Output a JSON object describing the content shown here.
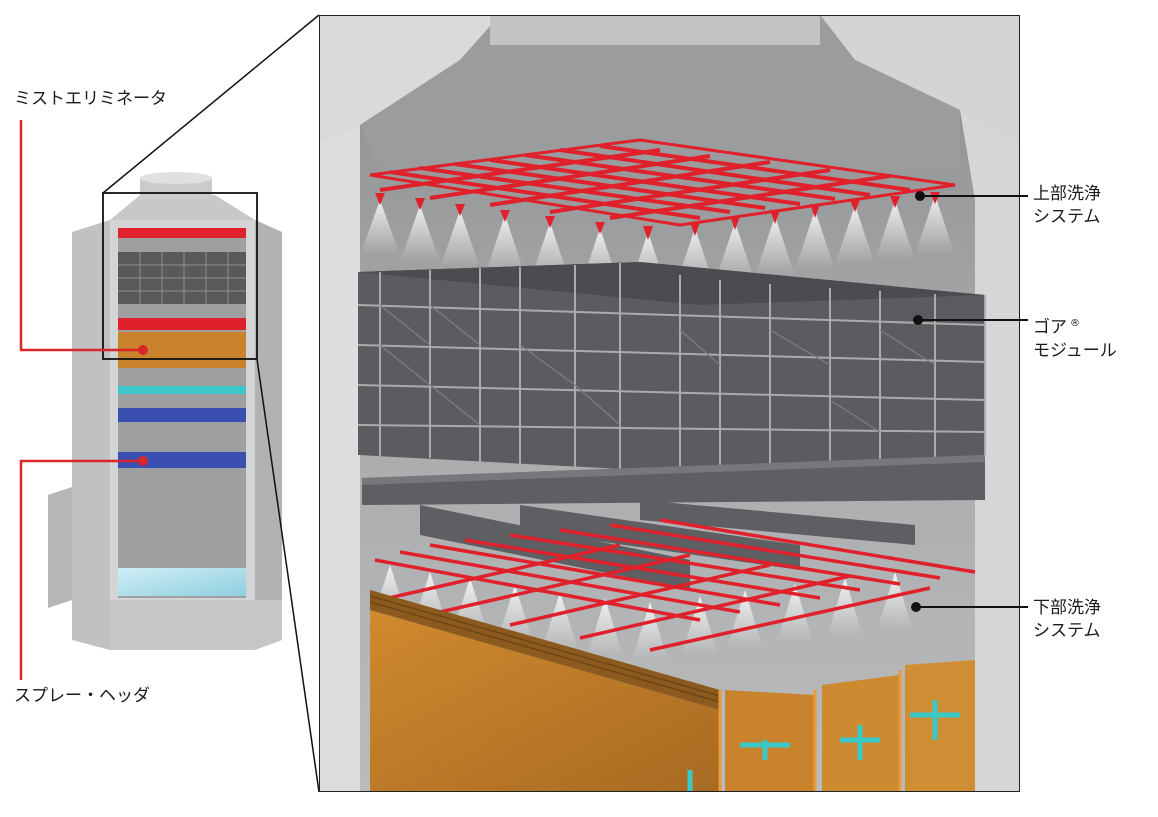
{
  "labels": {
    "mist_eliminator": "ミストエリミネータ",
    "spray_header": "スプレー・ヘッダ",
    "upper_wash": {
      "line1": "上部洗浄",
      "line2": "システム"
    },
    "gore_module": {
      "line1": "ゴア",
      "mark": "®",
      "line2": "モジュール"
    },
    "lower_wash": {
      "line1": "下部洗浄",
      "line2": "システム"
    }
  },
  "colors": {
    "tower_gray": "#c9cbcc",
    "pipe_red": "#e0202a",
    "module_dark": "#55575a",
    "media_orange": "#c8832c",
    "spray_blue": "#3a4fb0",
    "cyan_spray": "#3cc8c8",
    "water": "#a9dbe6",
    "callout_red": "#d9262b",
    "callout_black": "#111111"
  }
}
